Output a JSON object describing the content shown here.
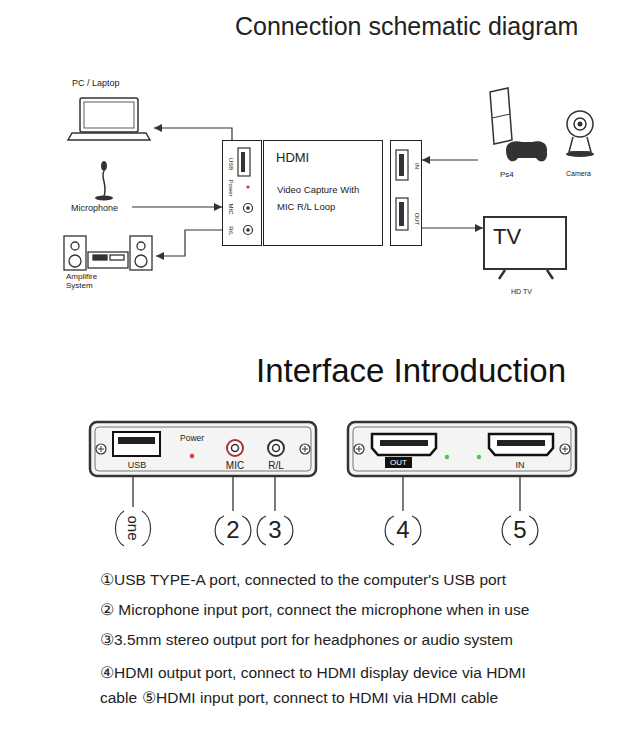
{
  "diagram": {
    "title": "Connection schematic diagram",
    "nodes": [
      {
        "text": [
          "PC / Laptop"
        ]
      },
      {
        "text": [
          "Microphone"
        ]
      },
      {
        "text": [
          "Amplifire System"
        ]
      },
      {
        "text": [
          "USB",
          "Power",
          "MIC",
          "R/L"
        ]
      },
      {
        "text": [
          "HDMI",
          "Video Capture With MIC R/L Loop"
        ]
      },
      {
        "text": [
          "IN",
          "OUT"
        ]
      },
      {
        "text": [
          "Ps4"
        ]
      },
      {
        "text": [
          "Camera"
        ]
      },
      {
        "text": [
          "TV",
          "HD TV"
        ]
      },
      {
        "text": [
          "USB",
          "Power",
          "MIC",
          "R/L"
        ]
      },
      {
        "text": [
          "OUT",
          "IN"
        ]
      }
    ],
    "edges": [
      {
        "from": 3,
        "to": 0,
        "arrow": "to"
      },
      {
        "from": 1,
        "to": 3,
        "arrow": "to"
      },
      {
        "from": 3,
        "to": 2,
        "arrow": "to"
      },
      {
        "from": 6,
        "to": 5,
        "arrow": "to"
      },
      {
        "from": 5,
        "to": 8,
        "arrow": "to"
      }
    ],
    "labels": [
      "Interface Introduction",
      "one",
      "2",
      "3",
      "4",
      "5",
      "①USB TYPE-A port, connected to the computer's USB port",
      "② Microphone input port, connect the microphone when in use",
      "③3.5mm stereo output port for headphones or audio system",
      "④HDMI output port, connect to HDMI display device via HDMI cable",
      "⑤HDMI input port, connect to HDMI via HDMI cable"
    ]
  }
}
